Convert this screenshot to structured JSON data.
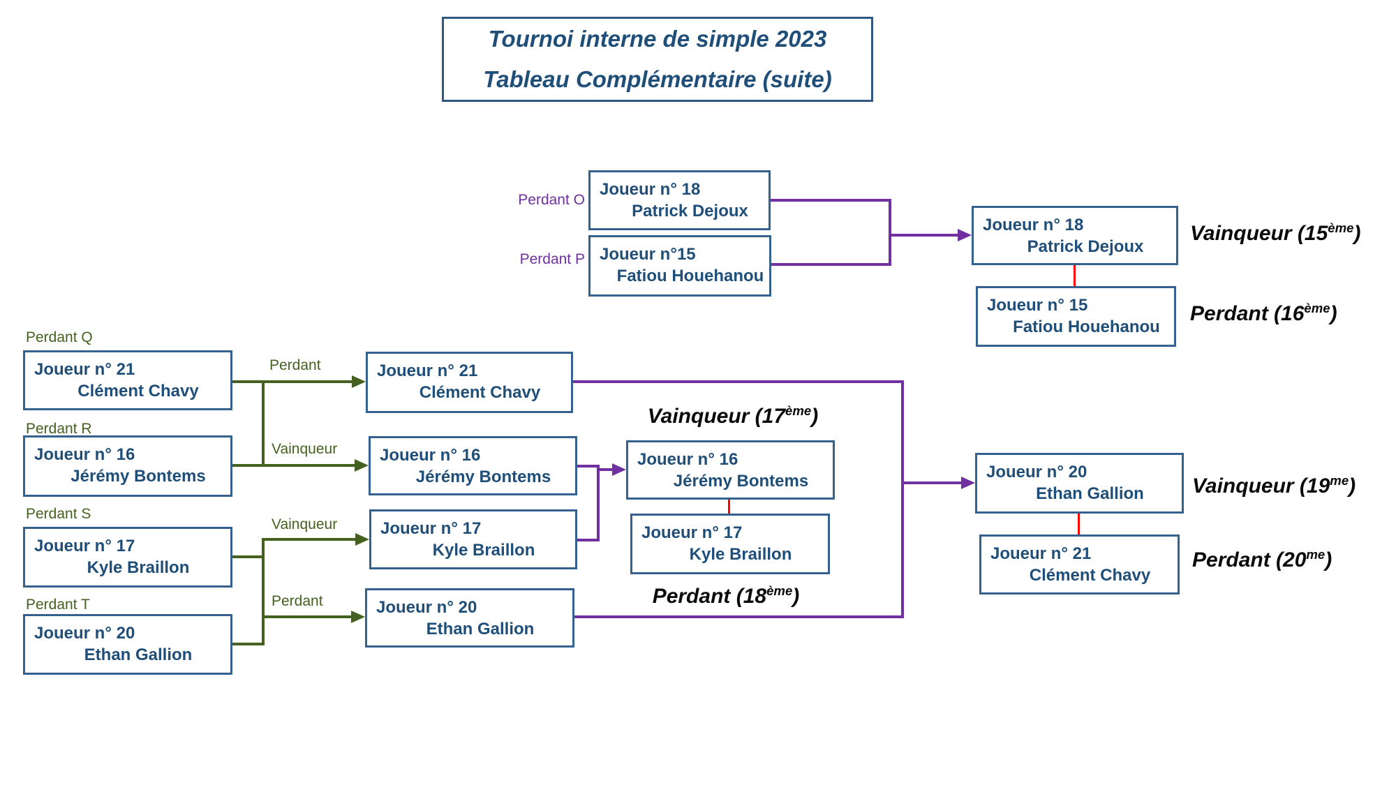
{
  "title": {
    "line1": "Tournoi interne de simple 2023",
    "line2": "Tableau Complémentaire (suite)"
  },
  "colors": {
    "text_blue": "#1F4E79",
    "box_border_blue": "#35618E",
    "purple": "#7030A0",
    "green": "#44611F",
    "red": "#FF0000",
    "label_black": "#0B0B0B"
  },
  "round_op": {
    "label_o": "Perdant O",
    "label_p": "Perdant P",
    "box_o": {
      "l1": "Joueur n° 18",
      "l2": "Patrick Dejoux"
    },
    "box_p": {
      "l1": "Joueur n°15",
      "l2": "Fatiou Houehanou"
    },
    "winner_box": {
      "l1": "Joueur n° 18",
      "l2": "Patrick Dejoux"
    },
    "loser_box": {
      "l1": "Joueur n° 15",
      "l2": "Fatiou Houehanou"
    },
    "winner_label": {
      "pre": "Vainqueur (15",
      "sup": "ème",
      "post": ")"
    },
    "loser_label": {
      "pre": "Perdant (16",
      "sup": "ème",
      "post": ")"
    }
  },
  "group_qr": {
    "label_q": "Perdant Q",
    "label_r": "Perdant R",
    "box_q": {
      "l1": "Joueur n° 21",
      "l2": "Clément Chavy"
    },
    "box_r": {
      "l1": "Joueur n° 16",
      "l2": "Jérémy Bontems"
    },
    "arrow_top": "Perdant",
    "arrow_bottom": "Vainqueur",
    "mid_top": {
      "l1": "Joueur n° 21",
      "l2": "Clément Chavy"
    },
    "mid_bottom": {
      "l1": "Joueur n° 16",
      "l2": "Jérémy Bontems"
    }
  },
  "group_st": {
    "label_s": "Perdant S",
    "label_t": "Perdant T",
    "box_s": {
      "l1": "Joueur n° 17",
      "l2": "Kyle Braillon"
    },
    "box_t": {
      "l1": "Joueur n° 20",
      "l2": "Ethan Gallion"
    },
    "arrow_top": "Vainqueur",
    "arrow_bottom": "Perdant",
    "mid_top": {
      "l1": "Joueur n° 17",
      "l2": "Kyle Braillon"
    },
    "mid_bottom": {
      "l1": "Joueur n° 20",
      "l2": "Ethan Gallion"
    }
  },
  "match_1718": {
    "winner_label": {
      "pre": "Vainqueur (17",
      "sup": "ème",
      "post": ")"
    },
    "winner_box": {
      "l1": "Joueur n° 16",
      "l2": "Jérémy Bontems"
    },
    "loser_box": {
      "l1": "Joueur n° 17",
      "l2": "Kyle Braillon"
    },
    "loser_label": {
      "pre": "Perdant (18",
      "sup": "ème",
      "post": ")"
    }
  },
  "match_1920": {
    "winner_box": {
      "l1": "Joueur n° 20",
      "l2": "Ethan Gallion"
    },
    "loser_box": {
      "l1": "Joueur n° 21",
      "l2": "Clément Chavy"
    },
    "winner_label": {
      "pre": "Vainqueur (19",
      "sup": "me",
      "post": ")"
    },
    "loser_label": {
      "pre": "Perdant (20",
      "sup": "me",
      "post": ")"
    }
  }
}
